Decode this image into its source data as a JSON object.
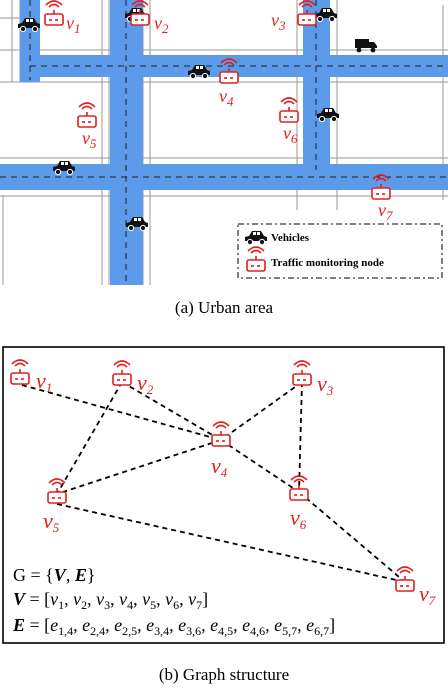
{
  "panel_a": {
    "caption": "(a)  Urban area",
    "legend": {
      "vehicles": "Vehicles",
      "nodes": "Traffic monitoring node"
    },
    "node_labels": [
      "v",
      "v",
      "v",
      "v",
      "v",
      "v",
      "v"
    ],
    "node_subscripts": [
      "1",
      "2",
      "3",
      "4",
      "5",
      "6",
      "7"
    ]
  },
  "panel_b": {
    "caption": "(b)  Graph structure",
    "node_labels": [
      "v",
      "v",
      "v",
      "v",
      "v",
      "v",
      "v"
    ],
    "node_subscripts": [
      "1",
      "2",
      "3",
      "4",
      "5",
      "6",
      "7"
    ],
    "edges": [
      [
        "1",
        "4"
      ],
      [
        "2",
        "4"
      ],
      [
        "2",
        "5"
      ],
      [
        "3",
        "4"
      ],
      [
        "3",
        "6"
      ],
      [
        "4",
        "5"
      ],
      [
        "4",
        "6"
      ],
      [
        "5",
        "7"
      ],
      [
        "6",
        "7"
      ]
    ],
    "equations": {
      "g_line": "G = {V, E}",
      "v_line": "V = [v1, v2, v3, v4, v5, v6, v7]",
      "e_line": "E = [e1,4, e2,4, e2,5, e3,4, e3,6, e4,5, e4,6, e5,7, e6,7]"
    }
  },
  "colors": {
    "road": "#5b9bea",
    "node": "#e02020"
  }
}
